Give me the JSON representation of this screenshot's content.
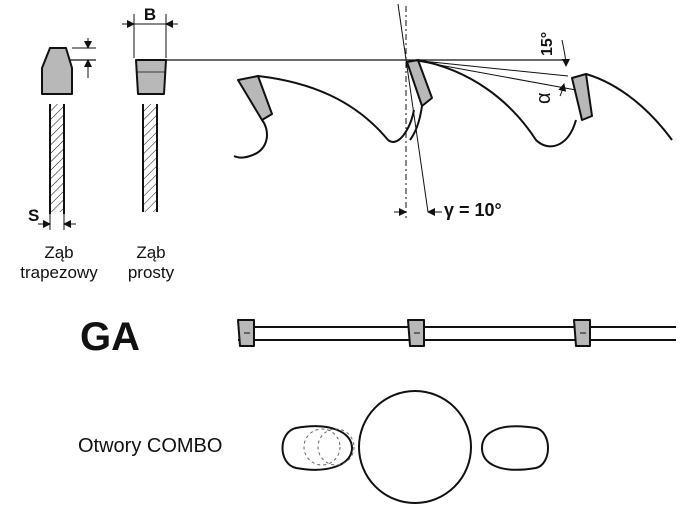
{
  "labels": {
    "b_dim": "B",
    "s_dim": "S",
    "trapezoid_line1": "Ząb",
    "trapezoid_line2": "trapezowy",
    "flat_line1": "Ząb",
    "flat_line2": "prosty",
    "clearance_angle": "15°",
    "alpha": "α",
    "gamma": "γ = 10°",
    "tooth_type": "GA",
    "holes": "Otwory COMBO"
  },
  "colors": {
    "ink": "#111111",
    "carbide": "#b8b8b8",
    "background": "#ffffff"
  }
}
